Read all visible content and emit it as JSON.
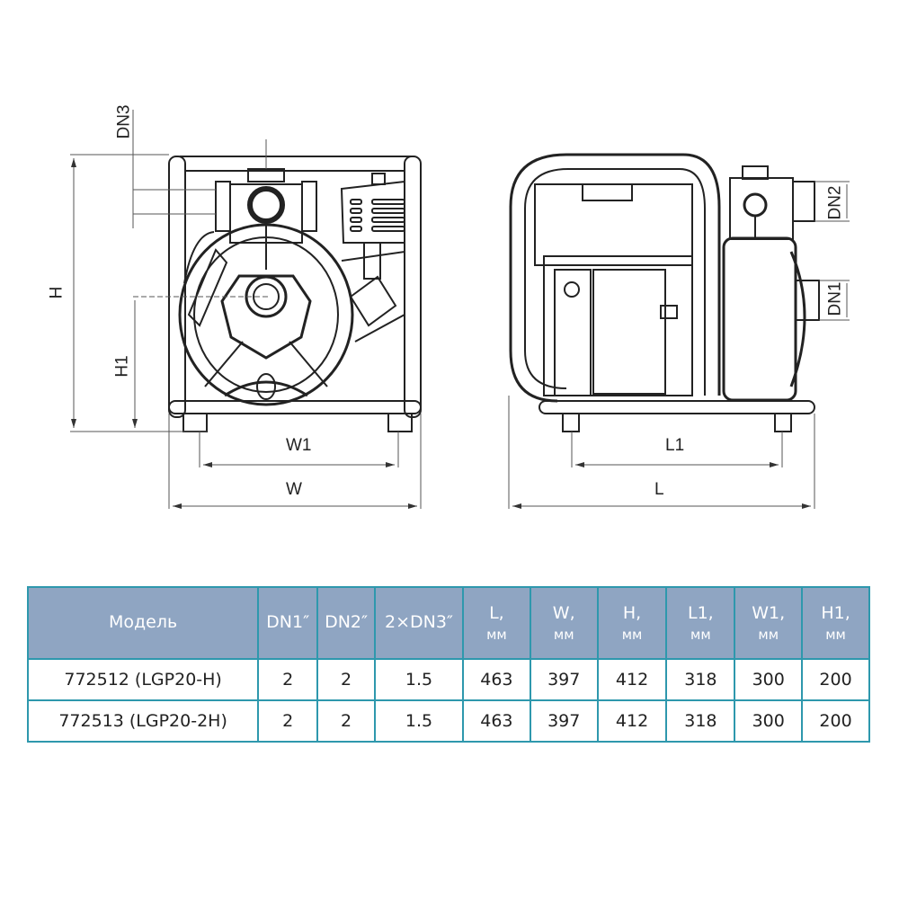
{
  "drawing": {
    "front_view": {
      "labels": {
        "dn3": "DN3",
        "h": "H",
        "h1": "H1",
        "w1": "W1",
        "w": "W"
      }
    },
    "side_view": {
      "labels": {
        "dn2": "DN2",
        "dn1": "DN1",
        "l1": "L1",
        "l": "L"
      }
    },
    "line_color": "#222222"
  },
  "table": {
    "header_bg": "#8fa5c2",
    "border_color": "#2e98ad",
    "columns": [
      {
        "label": "Модель",
        "unit": ""
      },
      {
        "label": "DN1″",
        "unit": ""
      },
      {
        "label": "DN2″",
        "unit": ""
      },
      {
        "label": "2×DN3″",
        "unit": ""
      },
      {
        "label": "L,",
        "unit": "мм"
      },
      {
        "label": "W,",
        "unit": "мм"
      },
      {
        "label": "H,",
        "unit": "мм"
      },
      {
        "label": "L1,",
        "unit": "мм"
      },
      {
        "label": "W1,",
        "unit": "мм"
      },
      {
        "label": "H1,",
        "unit": "мм"
      }
    ],
    "rows": [
      [
        "772512 (LGP20-H)",
        "2",
        "2",
        "1.5",
        "463",
        "397",
        "412",
        "318",
        "300",
        "200"
      ],
      [
        "772513 (LGP20-2H)",
        "2",
        "2",
        "1.5",
        "463",
        "397",
        "412",
        "318",
        "300",
        "200"
      ]
    ]
  }
}
